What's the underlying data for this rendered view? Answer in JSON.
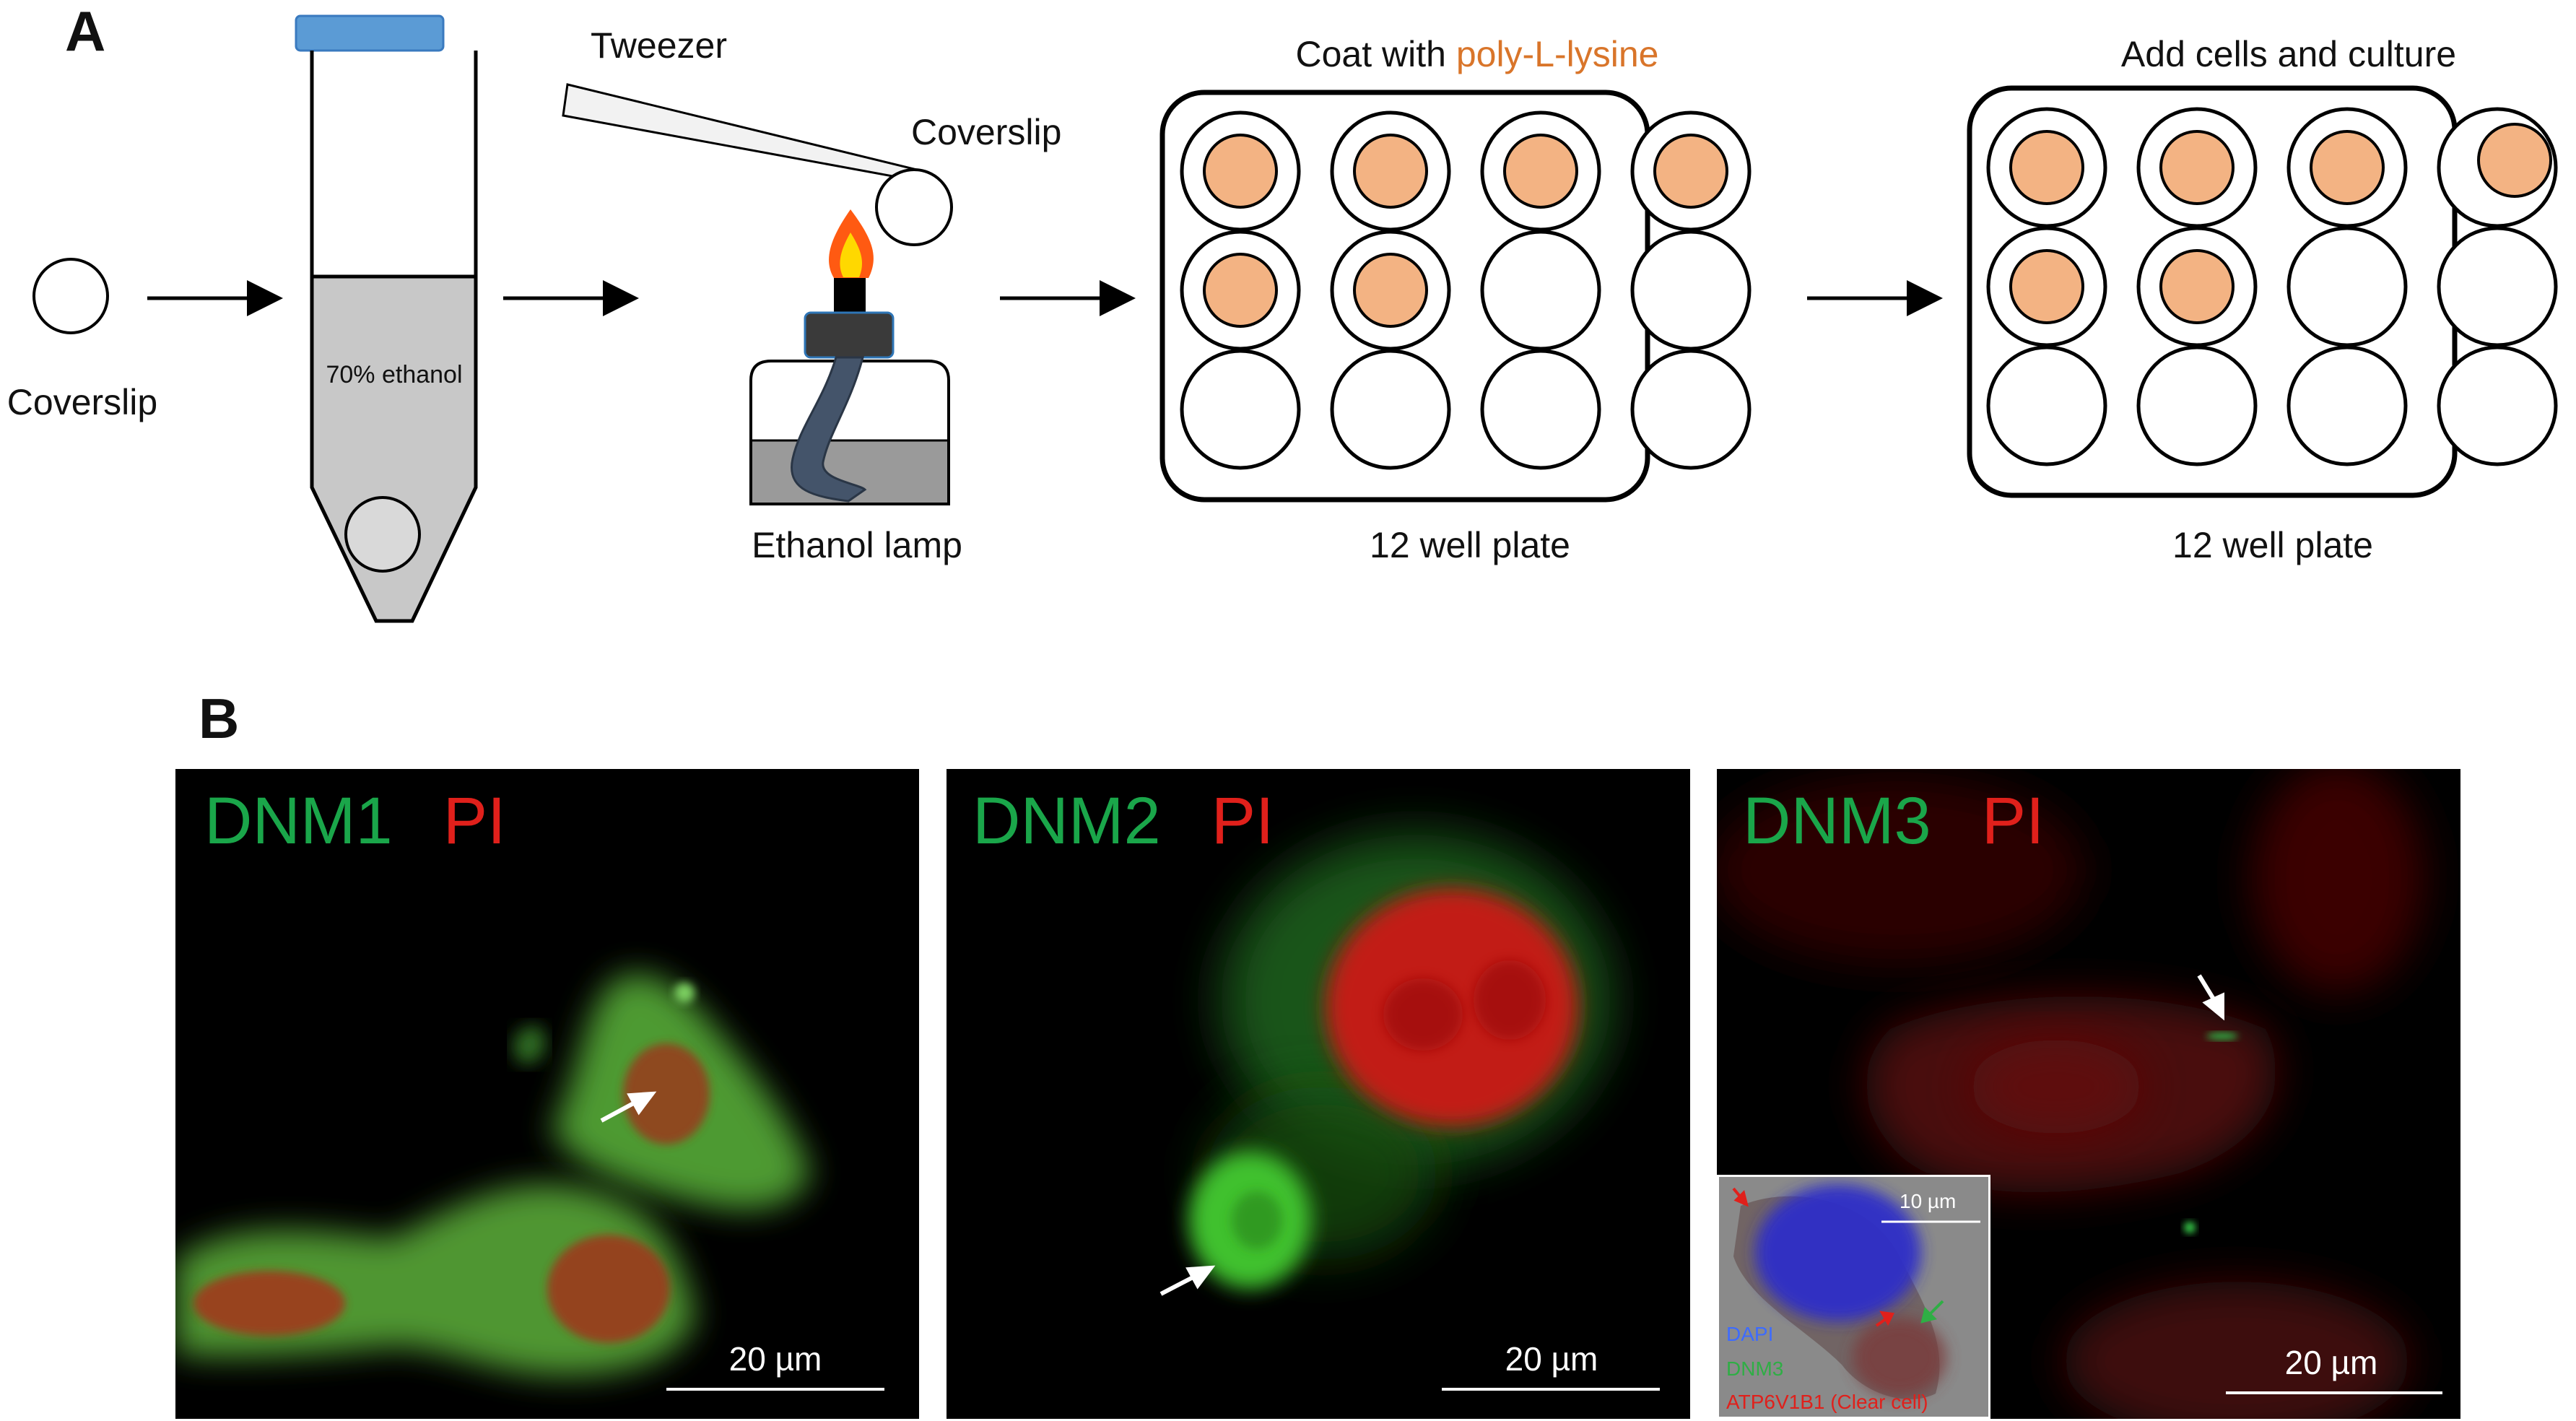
{
  "panel_a": {
    "letter": "A",
    "coverslip_label": "Coverslip",
    "ethanol_label": "70% ethanol",
    "tweezer_label": "Tweezer",
    "coverslip_label_2": "Coverslip",
    "lamp_label": "Ethanol lamp",
    "coat_prefix": "Coat with ",
    "coat_highlight": "poly-L-lysine",
    "plate_label_1": "12 well plate",
    "add_cells_label": "Add cells and culture",
    "plate_label_2": "12 well plate",
    "colors": {
      "orange_fill": "#f3b383",
      "orange_text": "#d9752a",
      "tube_cap": "#5b9bd5",
      "tube_liquid": "#c8c8c8",
      "lamp_wick": "#44546a"
    }
  },
  "panel_b": {
    "letter": "B",
    "images": [
      {
        "gene": "DNM1",
        "stain": "PI",
        "scale": "20 µm"
      },
      {
        "gene": "DNM2",
        "stain": "PI",
        "scale": "20 µm"
      },
      {
        "gene": "DNM3",
        "stain": "PI",
        "scale": "20 µm"
      }
    ],
    "inset": {
      "scale": "10 µm",
      "legend": [
        "DAPI",
        "DNM3",
        "ATP6V1B1 (Clear cell)"
      ]
    },
    "colors": {
      "green_label": "#1aa64a",
      "red_label": "#e0201b"
    }
  }
}
